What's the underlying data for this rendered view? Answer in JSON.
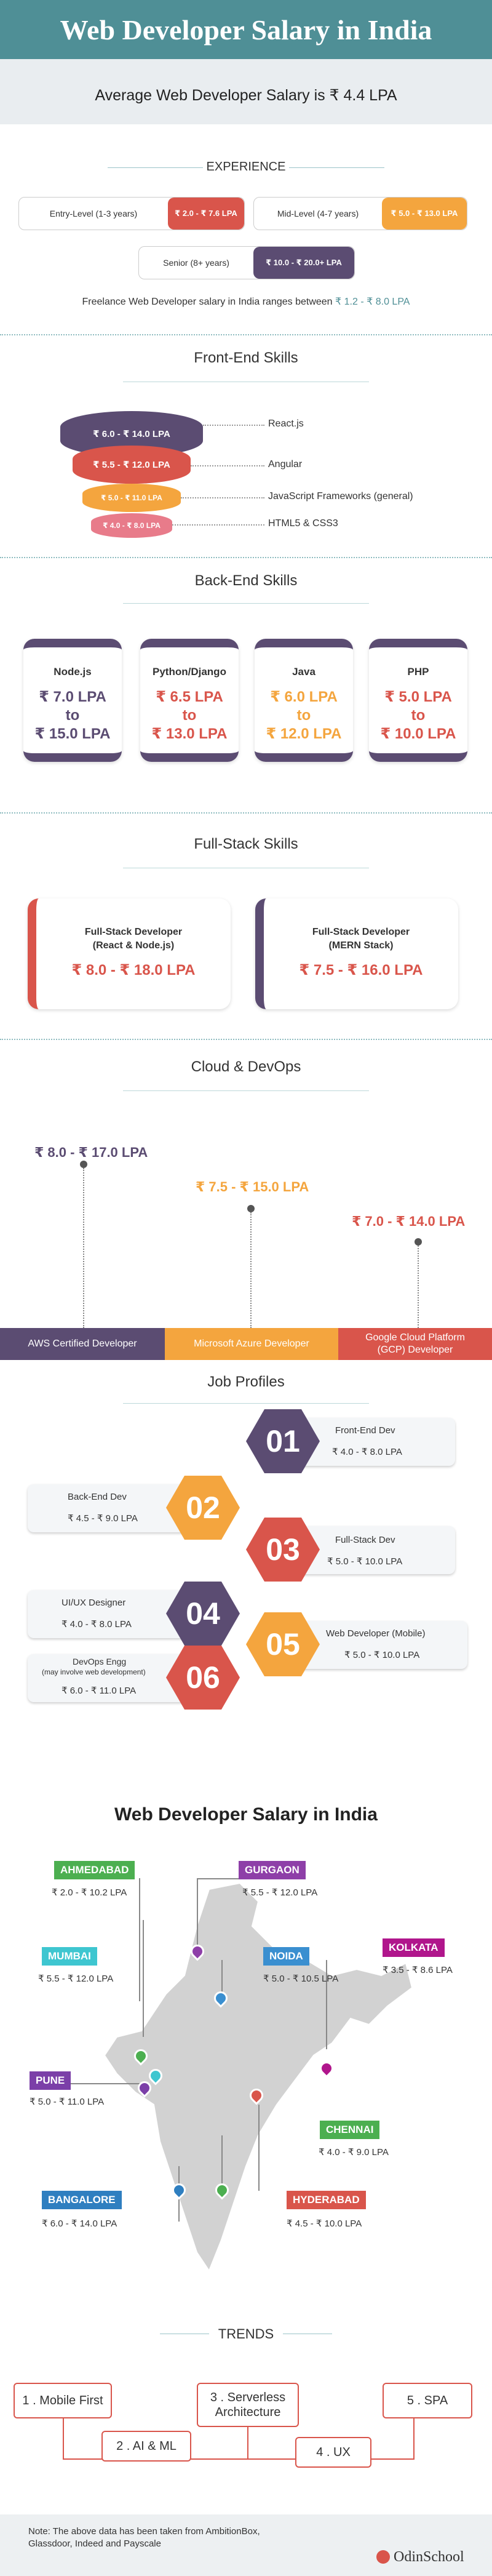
{
  "header": {
    "title": "Web Developer Salary in India",
    "subtitle": "Average Web Developer Salary is ₹ 4.4 LPA"
  },
  "colors": {
    "teal": "#4f8f96",
    "red": "#d9554b",
    "orange": "#f4a53e",
    "purple": "#5b4c72",
    "pink": "#e87b8a"
  },
  "experience": {
    "title": "EXPERIENCE",
    "levels": [
      {
        "label": "Entry-Level (1-3 years)",
        "value": "₹ 2.0 - ₹ 7.6 LPA"
      },
      {
        "label": "Mid-Level (4-7 years)",
        "value": "₹ 5.0 - ₹ 13.0 LPA"
      },
      {
        "label": "Senior (8+ years)",
        "value": "₹ 10.0 - ₹ 20.0+ LPA"
      }
    ],
    "freelance_text": "Freelance Web Developer salary in India ranges between ",
    "freelance_value": "₹ 1.2 - ₹ 8.0 LPA"
  },
  "frontend": {
    "title": "Front-End Skills",
    "skills": [
      {
        "label": "React.js",
        "value": "₹ 6.0 - ₹ 14.0 LPA"
      },
      {
        "label": "Angular",
        "value": "₹ 5.5 - ₹ 12.0 LPA"
      },
      {
        "label": "JavaScript Frameworks (general)",
        "value": "₹ 5.0 - ₹ 11.0 LPA"
      },
      {
        "label": "HTML5 & CSS3",
        "value": "₹ 4.0 - ₹ 8.0 LPA"
      }
    ]
  },
  "backend": {
    "title": "Back-End Skills",
    "skills": [
      {
        "label": "Node.js",
        "low": "₹ 7.0 LPA",
        "to": "to",
        "high": "₹ 15.0 LPA"
      },
      {
        "label": "Python/Django",
        "low": "₹ 6.5 LPA",
        "to": "to",
        "high": "₹ 13.0 LPA"
      },
      {
        "label": "Java",
        "low": "₹ 6.0 LPA",
        "to": "to",
        "high": "₹ 12.0 LPA"
      },
      {
        "label": "PHP",
        "low": "₹ 5.0 LPA",
        "to": "to",
        "high": "₹ 10.0 LPA"
      }
    ]
  },
  "fullstack": {
    "title": "Full-Stack Skills",
    "skills": [
      {
        "label1": "Full-Stack Developer",
        "label2": "(React & Node.js)",
        "value": "₹ 8.0 - ₹ 18.0 LPA"
      },
      {
        "label1": "Full-Stack Developer",
        "label2": "(MERN Stack)",
        "value": "₹ 7.5 - ₹ 16.0 LPA"
      }
    ]
  },
  "cloud": {
    "title": "Cloud & DevOps",
    "items": [
      {
        "label": "AWS Certified Developer",
        "value": "₹ 8.0 - ₹ 17.0 LPA"
      },
      {
        "label": "Microsoft Azure Developer",
        "value": "₹ 7.5 - ₹ 15.0 LPA"
      },
      {
        "label": "Google Cloud Platform (GCP) Developer",
        "value": "₹ 7.0 - ₹ 14.0 LPA"
      }
    ]
  },
  "jobs": {
    "title": "Job Profiles",
    "items": [
      {
        "num": "01",
        "label": "Front-End Dev",
        "value": "₹ 4.0 - ₹ 8.0 LPA"
      },
      {
        "num": "02",
        "label": "Back-End Dev",
        "value": "₹ 4.5 - ₹ 9.0 LPA"
      },
      {
        "num": "03",
        "label": "Full-Stack Dev",
        "value": "₹ 5.0 - ₹ 10.0 LPA"
      },
      {
        "num": "04",
        "label": "UI/UX Designer",
        "value": "₹ 4.0 - ₹ 8.0 LPA"
      },
      {
        "num": "05",
        "label": "Web Developer (Mobile)",
        "value": "₹ 5.0 - ₹ 10.0 LPA"
      },
      {
        "num": "06",
        "label": "DevOps Engg",
        "note": "(may involve web development)",
        "value": "₹ 6.0 - ₹ 11.0 LPA"
      }
    ]
  },
  "map": {
    "title": "Web Developer Salary in India",
    "cities": [
      {
        "name": "AHMEDABAD",
        "value": "₹ 2.0 - ₹ 10.2 LPA"
      },
      {
        "name": "GURGAON",
        "value": "₹ 5.5 - ₹ 12.0 LPA"
      },
      {
        "name": "MUMBAI",
        "value": "₹ 5.5 - ₹ 12.0 LPA"
      },
      {
        "name": "NOIDA",
        "value": "₹ 5.0 - ₹ 10.5 LPA"
      },
      {
        "name": "KOLKATA",
        "value": "₹ 3.5 - ₹ 8.6 LPA"
      },
      {
        "name": "PUNE",
        "value": "₹ 5.0 - ₹ 11.0 LPA"
      },
      {
        "name": "CHENNAI",
        "value": "₹ 4.0 - ₹ 9.0 LPA"
      },
      {
        "name": "BANGALORE",
        "value": "₹ 6.0 - ₹ 14.0 LPA"
      },
      {
        "name": "HYDERABAD",
        "value": "₹ 4.5 - ₹ 10.0 LPA"
      }
    ]
  },
  "trends": {
    "title": "TRENDS",
    "items": [
      "1 . Mobile First",
      "2 . AI & ML",
      "3 . Serverless Architecture",
      "4 . UX",
      "5 . SPA"
    ]
  },
  "footer": {
    "note": "Note: The above data has been taken from AmbitionBox, Glassdoor, Indeed and Payscale",
    "brand": "OdinSchool"
  }
}
